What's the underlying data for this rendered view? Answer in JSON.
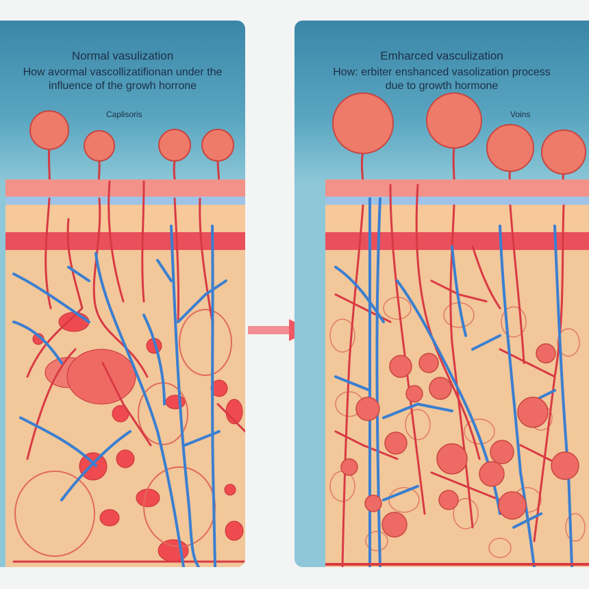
{
  "left_panel": {
    "title": "Normal vasulization",
    "subtitle_line1": "How avormal vascollizatifionan under the",
    "subtitle_line2": "influence of the growh horrone",
    "label": "Caplisoris"
  },
  "right_panel": {
    "title": "Emharced vasculization",
    "subtitle_line1": "How: erbiter enshanced vasolization process",
    "subtitle_line2": "due to growth hormone",
    "label": "Voins"
  },
  "colors": {
    "artery": "#e03a44",
    "vein": "#3b7fd0",
    "tissue": "#f3c9a0",
    "cell": "#ee6a64",
    "background": "#5aa6c1"
  },
  "icons": [
    "arrow-right-icon"
  ]
}
